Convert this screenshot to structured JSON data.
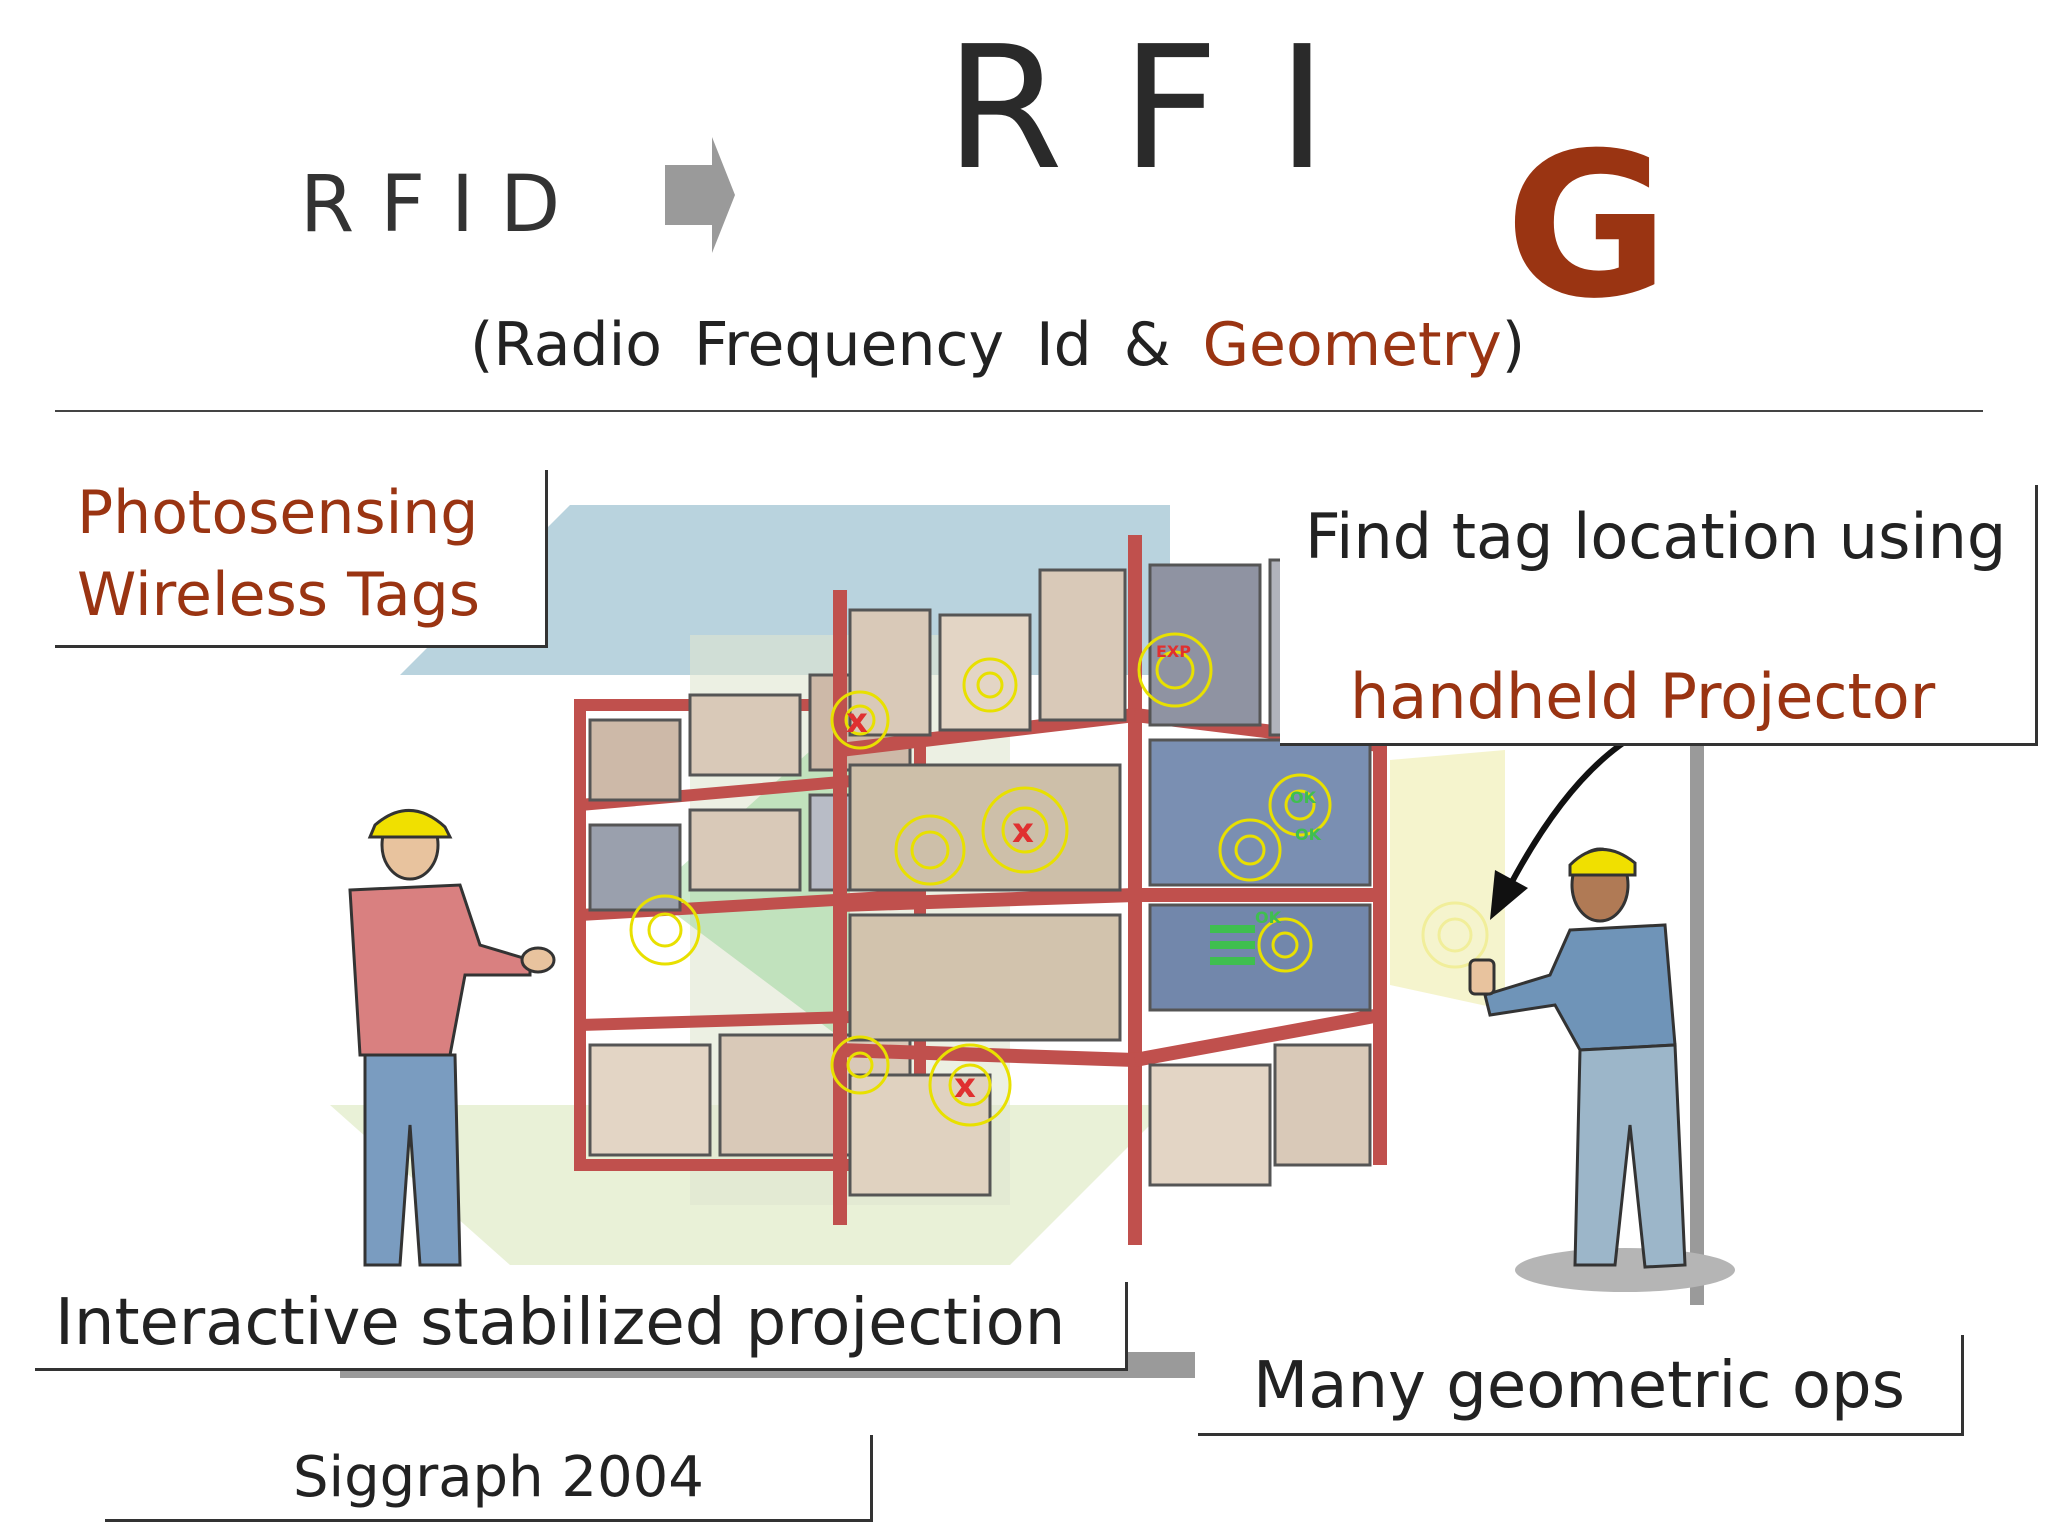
{
  "title": {
    "left_word": "RFID",
    "main_word": "RFI",
    "accent_letter": "G",
    "transition_icon": "right-arrow-icon",
    "subtitle_open": "(Radio",
    "subtitle_frequency": "Frequency",
    "subtitle_id": "Id",
    "subtitle_amp": "&",
    "subtitle_geometry": "Geometry",
    "subtitle_close": ")"
  },
  "callouts": {
    "photosensing_line1": "Photosensing",
    "photosensing_line2": "Wireless Tags",
    "find_line1": "Find tag location using",
    "find_line2": "handheld Projector",
    "interactive": "Interactive stabilized projection",
    "many": "Many geometric ops",
    "siggraph": "Siggraph 2004"
  },
  "illustration": {
    "tag_labels": [
      "EXP",
      "OK",
      "OK",
      "OK"
    ]
  },
  "colors": {
    "accent": "#9a3412",
    "text": "#222222",
    "shelf_red": "#c0504d",
    "tag_yellow": "#e8e000",
    "tag_green": "#3fbf4f"
  }
}
